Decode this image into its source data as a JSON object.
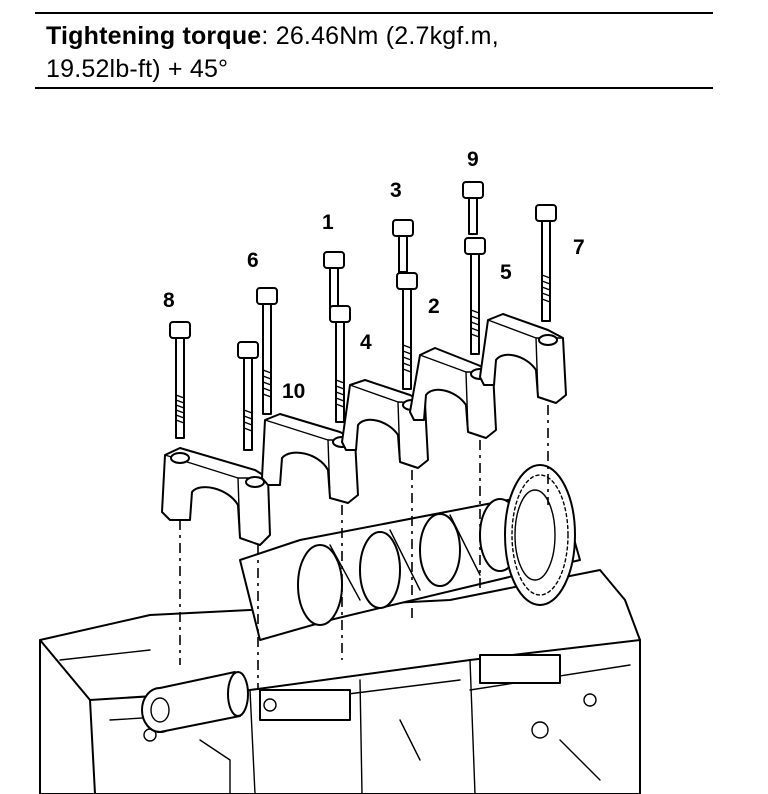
{
  "spec": {
    "label": "Tightening torque",
    "value_line1": ": 26.46Nm (2.7kgf.m,",
    "value_line2": "19.52lb-ft) + 45°"
  },
  "bolt_labels": [
    "1",
    "2",
    "3",
    "4",
    "5",
    "6",
    "7",
    "8",
    "9",
    "10"
  ]
}
